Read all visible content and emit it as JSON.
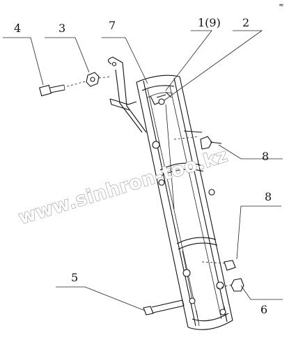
{
  "callouts": {
    "c1": "1(9)",
    "c2": "2",
    "c3": "3",
    "c4": "4",
    "c5": "5",
    "c6": "6",
    "c7": "7",
    "c8a": "8",
    "c8b": "8"
  },
  "watermark": "www.sinhron-too.kz",
  "corner_mark": "≈"
}
